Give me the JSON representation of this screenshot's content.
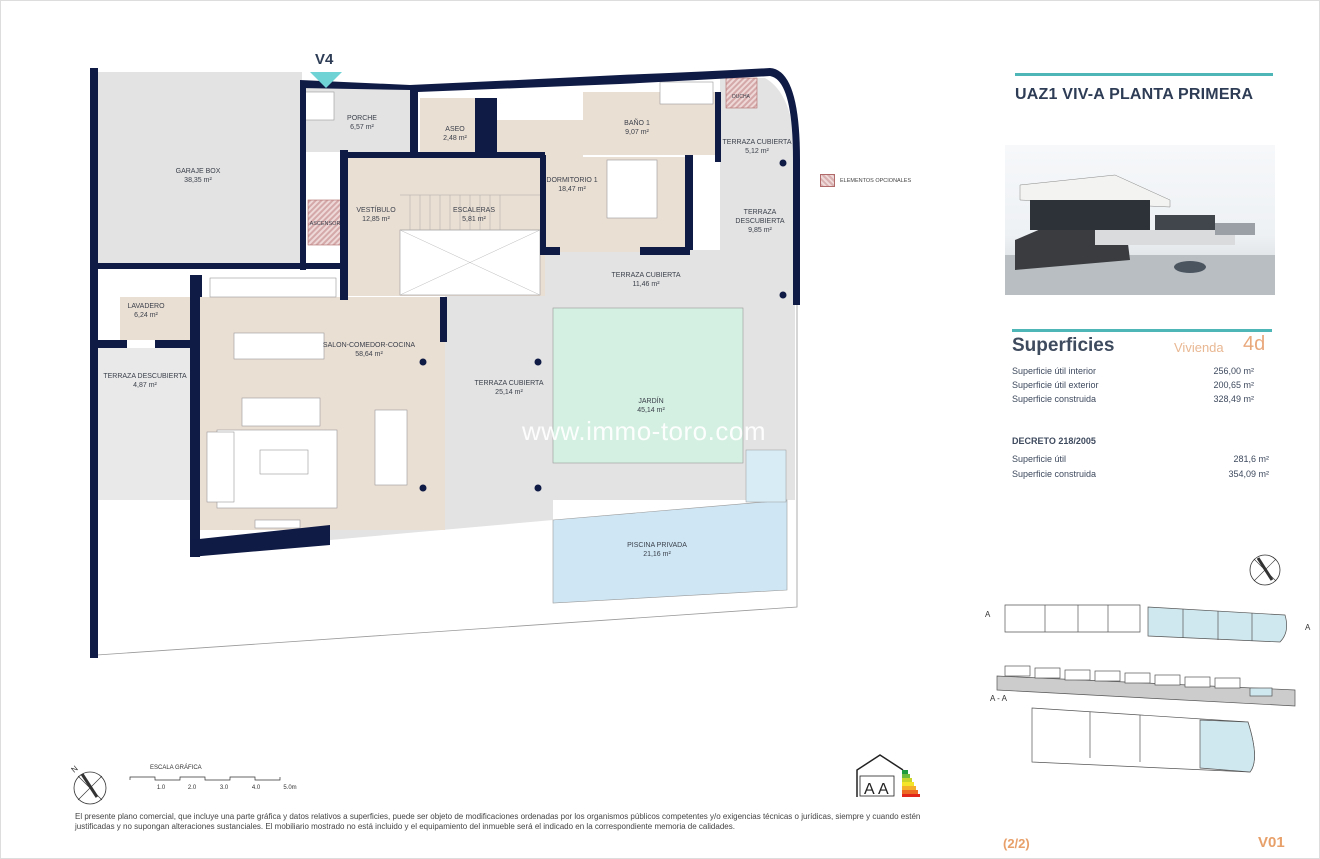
{
  "header": {
    "title": "UAZ1 VIV-A PLANTA PRIMERA",
    "view_marker": "V4"
  },
  "legend": {
    "optional_elements": "ELEMENTOS OPCIONALES"
  },
  "rooms": {
    "garaje": {
      "name": "GARAJE BOX",
      "area": "38,35 m²"
    },
    "porche": {
      "name": "PORCHE",
      "area": "6,57 m²"
    },
    "aseo": {
      "name": "ASEO",
      "area": "2,48 m²"
    },
    "bano1": {
      "name": "BAÑO 1",
      "area": "9,07 m²"
    },
    "ducha": {
      "name": "DUCHA"
    },
    "terraza_cub_1": {
      "name": "TERRAZA CUBIERTA",
      "area": "5,12 m²"
    },
    "dormitorio1": {
      "name": "DORMITORIO 1",
      "area": "18,47 m²"
    },
    "vestibulo": {
      "name": "VESTÍBULO",
      "area": "12,85 m²"
    },
    "escaleras": {
      "name": "ESCALERAS",
      "area": "5,81 m²"
    },
    "ascensor": {
      "name": "ASCENSOR"
    },
    "terraza_desc_1": {
      "name": "TERRAZA",
      "name2": "DESCUBIERTA",
      "area": "9,85 m²"
    },
    "terraza_cub_2": {
      "name": "TERRAZA CUBIERTA",
      "area": "11,46 m²"
    },
    "lavadero": {
      "name": "LAVADERO",
      "area": "6,24 m²"
    },
    "salon": {
      "name": "SALON-COMEDOR-COCINA",
      "area": "58,64 m²"
    },
    "terraza_desc_2": {
      "name": "TERRAZA DESCUBIERTA",
      "area": "4,87 m²"
    },
    "terraza_cub_3": {
      "name": "TERRAZA CUBIERTA",
      "area": "25,14 m²"
    },
    "jardin": {
      "name": "JARDÍN",
      "area": "45,14 m²"
    },
    "piscina": {
      "name": "PISCINA PRIVADA",
      "area": "21,16 m²"
    }
  },
  "watermark": "www.immo-toro.com",
  "surfaces": {
    "heading": "Superficies",
    "unit_label": "Vivienda",
    "unit_number": "4d",
    "rows": [
      {
        "label": "Superficie útil interior",
        "value": "256,00 m²"
      },
      {
        "label": "Superficie útil exterior",
        "value": "200,65 m²"
      },
      {
        "label": "Superficie construida",
        "value": "328,49 m²"
      }
    ],
    "decree": {
      "heading": "DECRETO 218/2005",
      "rows": [
        {
          "label": "Superficie útil",
          "value": "281,6 m²"
        },
        {
          "label": "Superficie construida",
          "value": "354,09 m²"
        }
      ]
    }
  },
  "scale": {
    "title": "ESCALA GRÁFICA",
    "ticks": [
      "1.0",
      "2.0",
      "3.0",
      "4.0",
      "5.0m"
    ]
  },
  "section_label": "A - A",
  "section_markers": [
    "A",
    "A"
  ],
  "compass": "N",
  "energy_label": {
    "text": "A",
    "colors": [
      "#1e9a3c",
      "#6cbb3c",
      "#c8d42c",
      "#f5e52a",
      "#f4b02a",
      "#ec6a24",
      "#e1261c"
    ]
  },
  "disclaimer": "El presente plano comercial, que incluye una parte gráfica y datos relativos a superficies, puede ser objeto de modificaciones ordenadas por los organismos públicos competentes y/o exigencias técnicas o jurídicas, siempre y cuando estén justificadas y no supongan alteraciones sustanciales. El mobiliario mostrado no está incluido y el equipamiento del inmueble será el indicado en la correspondiente memoria de calidades.",
  "footer": {
    "page": "(2/2)",
    "version": "V01"
  },
  "colors": {
    "wall": "#0f1a45",
    "interior": "#eadfd3",
    "terrace": "#e3e3e3",
    "garden": "#d4f0e2",
    "pool": "#cfe7f5",
    "accent": "#4fb6b8",
    "orange": "#e8a06a"
  }
}
